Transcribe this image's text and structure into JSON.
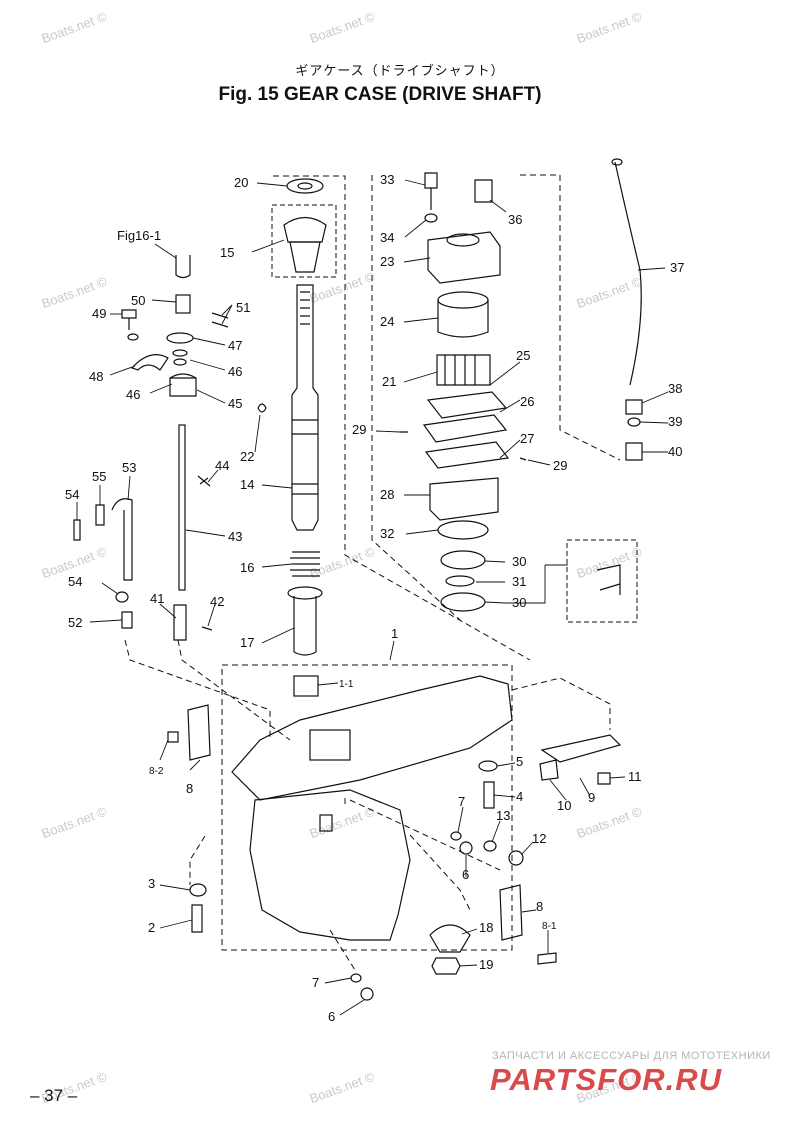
{
  "header": {
    "japanese_title": "ギアケース（ドライブシャフト）",
    "title": "Fig. 15    GEAR CASE (DRIVE SHAFT)"
  },
  "page_number": "– 37 –",
  "watermark": "Boats.net ©",
  "footer": {
    "russian_text": "ЗАПЧАСТИ И АКСЕССУАРЫ ДЛЯ МОТОТЕХНИКИ",
    "logo": "PARTSFOR.RU"
  },
  "reference_label": "Fig16-1",
  "callouts": {
    "c1": "1",
    "c1_1": "1-1",
    "c2": "2",
    "c3": "3",
    "c4": "4",
    "c5": "5",
    "c6a": "6",
    "c6b": "6",
    "c7a": "7",
    "c7b": "7",
    "c8a": "8",
    "c8_2": "8-2",
    "c8b": "8",
    "c8_1": "8-1",
    "c9": "9",
    "c10": "10",
    "c11": "11",
    "c12": "12",
    "c13": "13",
    "c14": "14",
    "c15": "15",
    "c16": "16",
    "c17": "17",
    "c18": "18",
    "c19": "19",
    "c20": "20",
    "c21": "21",
    "c22": "22",
    "c23": "23",
    "c24": "24",
    "c25": "25",
    "c26": "26",
    "c27": "27",
    "c28": "28",
    "c29a": "29",
    "c29b": "29",
    "c30a": "30",
    "c30b": "30",
    "c31": "31",
    "c32": "32",
    "c33": "33",
    "c34": "34",
    "c36": "36",
    "c37": "37",
    "c38": "38",
    "c39": "39",
    "c40": "40",
    "c41": "41",
    "c42": "42",
    "c43": "43",
    "c44": "44",
    "c45": "45",
    "c46a": "46",
    "c46b": "46",
    "c47": "47",
    "c48": "48",
    "c49": "49",
    "c50": "50",
    "c51": "51",
    "c52": "52",
    "c53": "53",
    "c54a": "54",
    "c54b": "54",
    "c55": "55"
  }
}
